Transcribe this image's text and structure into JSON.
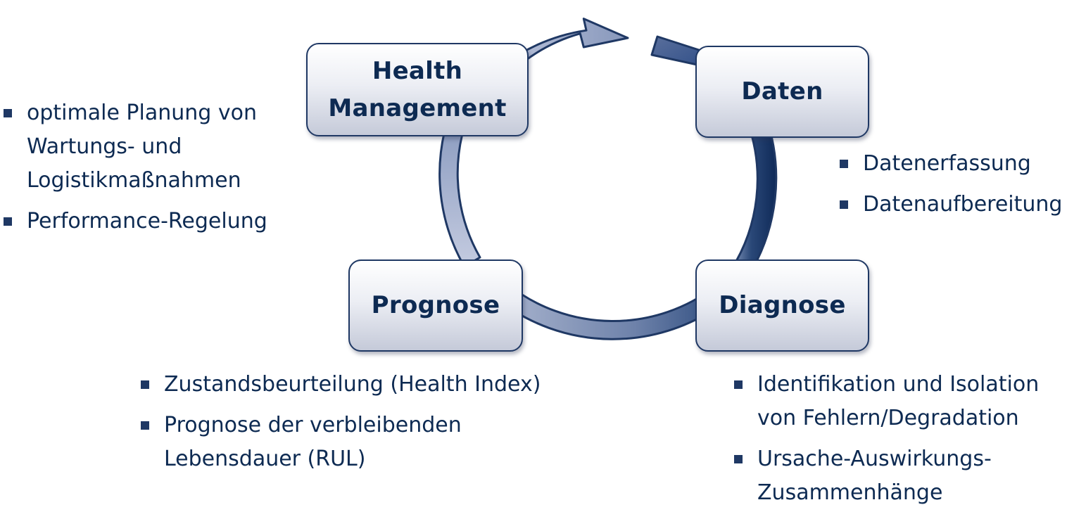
{
  "colors": {
    "text": "#0d2a52",
    "border": "#1f3864",
    "arrow_dark": "#1f3d70",
    "arrow_light": "#c9d0e2"
  },
  "nodes": {
    "health_management": {
      "label": "Health\nManagement"
    },
    "daten": {
      "label": "Daten"
    },
    "diagnose": {
      "label": "Diagnose"
    },
    "prognose": {
      "label": "Prognose"
    }
  },
  "bullets": {
    "health_management": [
      "optimale Planung von Wartungs- und Logistikmaßnahmen",
      "Performance-Regelung"
    ],
    "daten": [
      "Datenerfassung",
      "Datenaufbereitung"
    ],
    "diagnose": [
      "Identifikation und Isolation von Fehlern/Degradation",
      "Ursache-Auswirkungs-Zusammenhänge"
    ],
    "prognose": [
      "Zustandsbeurteilung (Health Index)",
      "Prognose der verbleibenden Lebensdauer (RUL)"
    ]
  }
}
